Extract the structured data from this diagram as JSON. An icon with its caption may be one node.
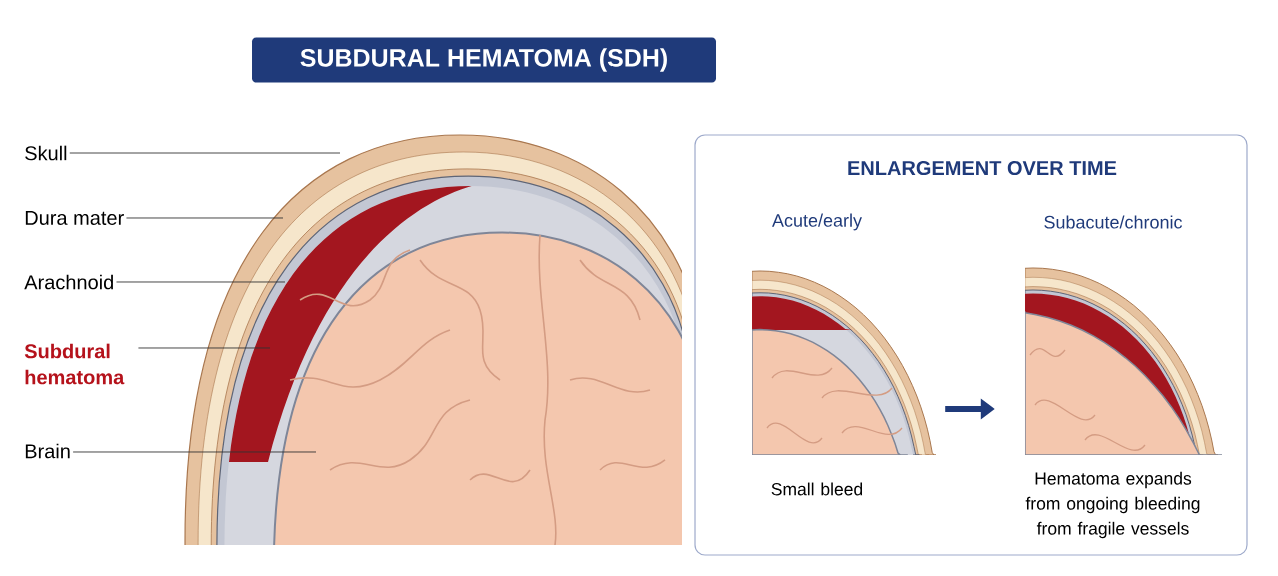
{
  "diagram": {
    "title": "SUBDURAL HEMATOMA (SDH)",
    "nodes": [
      {
        "text": [
          "Skull"
        ]
      },
      {
        "text": [
          "Dura mater"
        ]
      },
      {
        "text": [
          "Arachnoid"
        ]
      },
      {
        "text": [
          "Subdural hematoma"
        ]
      },
      {
        "text": [
          "Brain"
        ]
      },
      {
        "text": [
          "ENLARGEMENT OVER TIME"
        ]
      },
      {
        "text": [
          "Acute/early",
          "Small bleed"
        ],
        "in": 5
      },
      {
        "text": [
          "Subacute/chronic",
          "Hematoma expands from ongoing bleeding from fragile vessels"
        ],
        "in": 5
      }
    ],
    "edges": [
      {
        "from": 0,
        "to": null,
        "arrow": "none"
      },
      {
        "from": 1,
        "to": null,
        "arrow": "none"
      },
      {
        "from": 2,
        "to": null,
        "arrow": "none"
      },
      {
        "from": 3,
        "to": null,
        "arrow": "none"
      },
      {
        "from": 4,
        "to": null,
        "arrow": "none"
      },
      {
        "from": 6,
        "to": 7,
        "arrow": "to",
        "style": "thick"
      }
    ]
  }
}
